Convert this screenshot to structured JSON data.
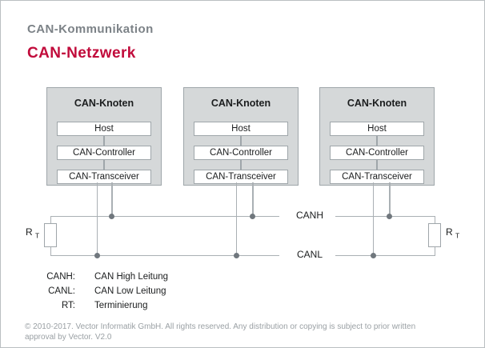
{
  "header": {
    "kicker": "CAN-Kommunikation",
    "title": "CAN-Netzwerk"
  },
  "diagram": {
    "nodes": [
      {
        "title": "CAN-Knoten",
        "layers": [
          "Host",
          "CAN-Controller",
          "CAN-Transceiver"
        ]
      },
      {
        "title": "CAN-Knoten",
        "layers": [
          "Host",
          "CAN-Controller",
          "CAN-Transceiver"
        ]
      },
      {
        "title": "CAN-Knoten",
        "layers": [
          "Host",
          "CAN-Controller",
          "CAN-Transceiver"
        ]
      }
    ],
    "bus": {
      "canh_label": "CANH",
      "canl_label": "CANL"
    },
    "resistor": {
      "symbol": "R",
      "subscript": "T"
    }
  },
  "legend": {
    "rows": [
      {
        "term": "CANH:",
        "definition": "CAN High Leitung"
      },
      {
        "term": "CANL:",
        "definition": "CAN Low Leitung"
      },
      {
        "term": "RT:",
        "definition": "Terminierung"
      }
    ]
  },
  "footer": {
    "line1": "© 2010-2017. Vector Informatik GmbH. All rights reserved. Any distribution or copying is subject to prior written",
    "line2": "approval by Vector. V2.0"
  },
  "colors": {
    "accent_red": "#c10b3b",
    "kicker_gray": "#7c8287",
    "node_fill": "#d5d8d9",
    "node_border": "#9fa6aa",
    "line_gray": "#aab0b4",
    "junction_dot": "#70777d",
    "footer_gray": "#9aa0a4"
  }
}
